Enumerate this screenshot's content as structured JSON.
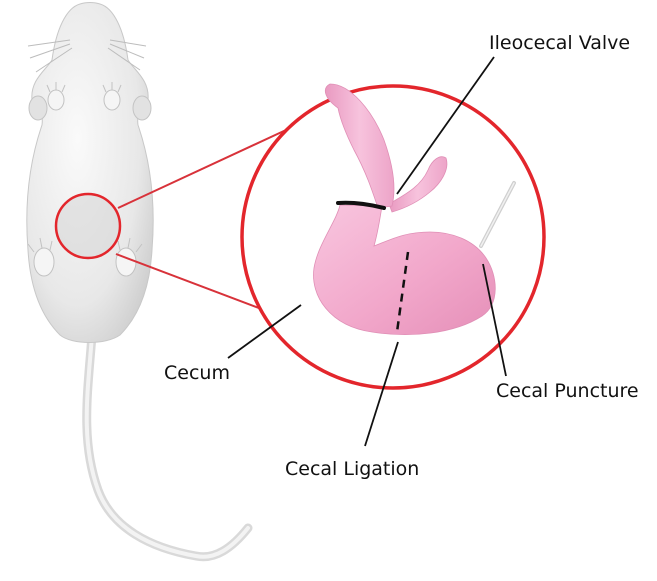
{
  "labels": {
    "ileocecal_valve": "Ileocecal Valve",
    "cecum": "Cecum",
    "cecal_puncture": "Cecal Puncture",
    "cecal_ligation": "Cecal Ligation"
  },
  "colors": {
    "highlight_circle": "#e3262c",
    "zoom_lines": "#d8323a",
    "cecum_fill": "#f5b3d3",
    "mouse_body": "#ececec",
    "leader_lines": "#111111",
    "needle": "#cfcfcf"
  },
  "icons": {
    "mouse": "mouse-illustration",
    "organ": "cecum-illustration",
    "needle": "needle-icon"
  }
}
